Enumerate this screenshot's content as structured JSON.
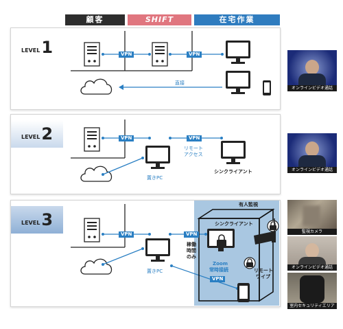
{
  "header": {
    "customer": "顧客",
    "shift": "SHIFT",
    "remote": "在宅作業"
  },
  "levels": [
    {
      "prefix": "LEVEL",
      "num": "1"
    },
    {
      "prefix": "LEVEL",
      "num": "2"
    },
    {
      "prefix": "LEVEL",
      "num": "3"
    }
  ],
  "labels": {
    "vpn": "VPN",
    "direct": "直接",
    "remote_access_1": "リモート",
    "remote_access_2": "アクセス",
    "thin_client": "シンクライアント",
    "placed_pc": "置きPC",
    "staffed_monitoring": "有人監視",
    "operating_1": "稼働",
    "operating_2": "時間",
    "operating_3": "のみ",
    "zoom_1": "Zoom",
    "zoom_2": "常時接続",
    "remote_wipe_1": "リモート",
    "remote_wipe_2": "ワイプ"
  },
  "thumbnails": [
    {
      "caption": "オンラインビデオ通話"
    },
    {
      "caption": "オンラインビデオ通話"
    },
    {
      "caption": "監視カメラ"
    },
    {
      "caption": "オンラインビデオ通話"
    },
    {
      "caption": "室内セキュリティエリア"
    }
  ],
  "colors": {
    "customer": "#2d2d2d",
    "shift": "#e0767f",
    "remote": "#2f7cbf",
    "vpn": "#2a7fc3",
    "secure_room": "#a9c7e1"
  }
}
